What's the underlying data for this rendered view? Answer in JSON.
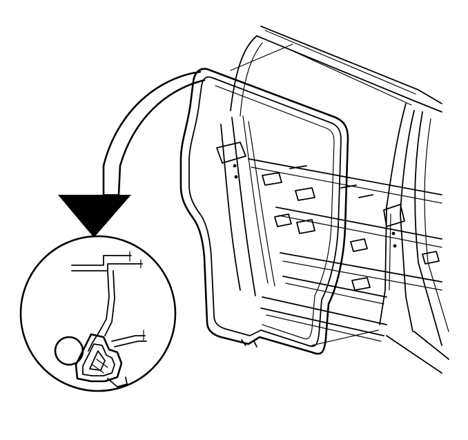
{
  "figure": {
    "ink_color": "#000000",
    "background_color": "#ffffff",
    "parts": {
      "vehicle_body": "door-opening-frame",
      "weatherstrip": "door-weatherstrip-seal",
      "callout_arrow": "curved-arrow-icon",
      "detail_view": "weatherstrip-cross-section-detail"
    }
  }
}
